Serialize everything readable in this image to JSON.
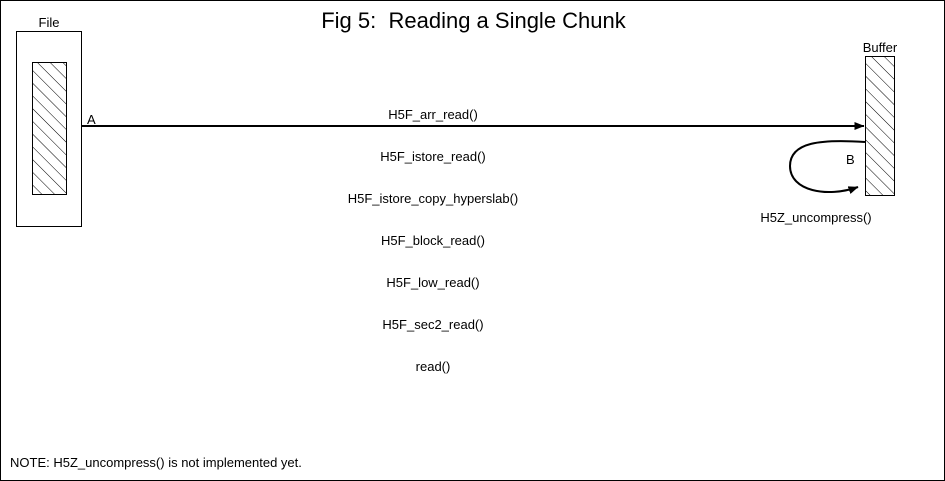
{
  "figure": {
    "title": "Fig 5:  Reading a Single Chunk",
    "note": "NOTE: H5Z_uncompress() is not implemented yet."
  },
  "nodes": {
    "file": {
      "label": "File",
      "fill_pattern": "diagonal-hatch"
    },
    "buffer": {
      "label": "Buffer",
      "fill_pattern": "diagonal-hatch"
    }
  },
  "edges": {
    "a": {
      "marker": "A",
      "direction": "file-to-buffer",
      "callstack": [
        "H5F_arr_read()",
        "H5F_istore_read()",
        "H5F_istore_copy_hyperslab()",
        "H5F_block_read()",
        "H5F_low_read()",
        "H5F_sec2_read()",
        "read()"
      ]
    },
    "b": {
      "marker": "B",
      "direction": "buffer-to-buffer-loop",
      "label": "H5Z_uncompress()"
    }
  },
  "colors": {
    "stroke": "#000000",
    "background": "#ffffff"
  }
}
